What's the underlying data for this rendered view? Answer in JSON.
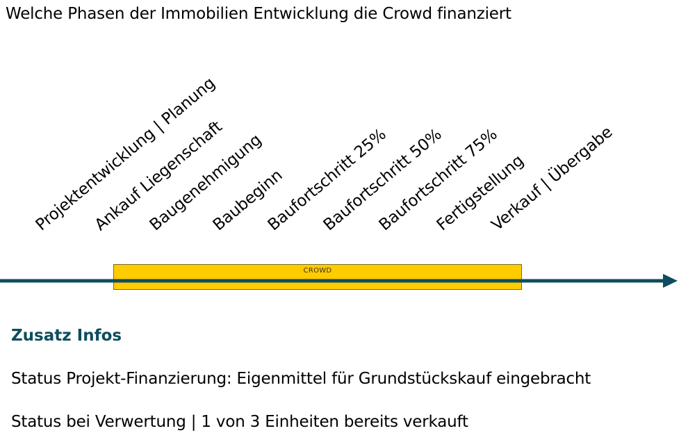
{
  "title": "Welche Phasen der Immobilien Entwicklung die Crowd finanziert",
  "phases": [
    "Projektentwicklung | Planung",
    "Ankauf Liegenschaft",
    "Baugenehmigung",
    "Baubeginn",
    "Baufortschritt 25%",
    "Baufortschritt 50%",
    "Baufortschritt 75%",
    "Fertigstellung",
    "Verkauf | Übergabe"
  ],
  "crowd_bar": {
    "label": "CROWD",
    "color": "#ffcc00"
  },
  "colors": {
    "timeline": "#0d4d5e",
    "heading": "#0d4d5e"
  },
  "info": {
    "heading": "Zusatz Infos",
    "lines": [
      "Status Projekt-Finanzierung: Eigenmittel für Grundstückskauf eingebracht",
      "Status bei Verwertung | 1 von 3 Einheiten bereits verkauft"
    ]
  }
}
